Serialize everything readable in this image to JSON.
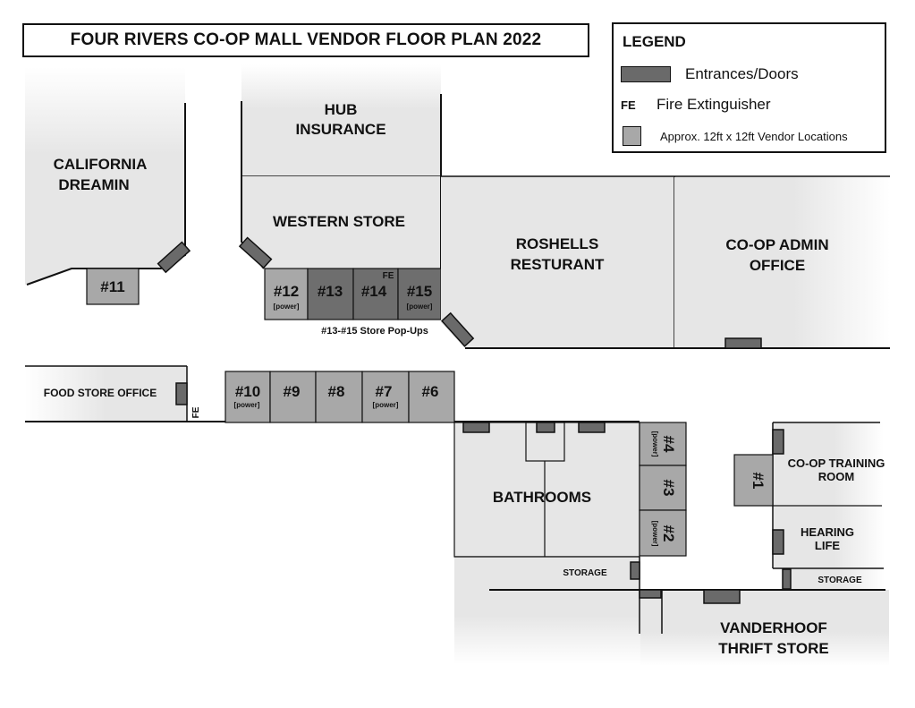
{
  "title": "FOUR RIVERS CO-OP MALL VENDOR FLOOR PLAN 2022",
  "legend": {
    "heading": "LEGEND",
    "doors": "Entrances/Doors",
    "fe_symbol": "FE",
    "fe": "Fire Extinguisher",
    "vendor": "Approx. 12ft x 12ft Vendor Locations"
  },
  "stores": {
    "california_1": "CALIFORNIA",
    "california_2": "DREAMIN",
    "hub_1": "HUB",
    "hub_2": "INSURANCE",
    "western": "WESTERN STORE",
    "roshells_1": "ROSHELLS",
    "roshells_2": "RESTURANT",
    "admin_1": "CO-OP ADMIN",
    "admin_2": "OFFICE",
    "food_store": "FOOD STORE OFFICE",
    "bathrooms": "BATHROOMS",
    "storage_left": "STORAGE",
    "storage_right": "STORAGE",
    "training_1": "CO-OP TRAINING",
    "training_2": "ROOM",
    "hearing_1": "HEARING",
    "hearing_2": "LIFE",
    "thrift_1": "VANDERHOOF",
    "thrift_2": "THRIFT STORE"
  },
  "vendors": {
    "v1": "#1",
    "v2": "#2",
    "v3": "#3",
    "v4": "#4",
    "v6": "#6",
    "v7": "#7",
    "v8": "#8",
    "v9": "#9",
    "v10": "#10",
    "v11": "#11",
    "v12": "#12",
    "v13": "#13",
    "v14": "#14",
    "v15": "#15",
    "power": "[power]"
  },
  "popups_note": "#13-#15 Store Pop-Ups",
  "fe_marks": [
    "FE",
    "FE"
  ],
  "colors": {
    "floor": "#e6e6e6",
    "vendor": "#a8a8a8",
    "popup_vendor": "#6e6e6e",
    "door": "#6a6a6a",
    "line": "#111111"
  }
}
